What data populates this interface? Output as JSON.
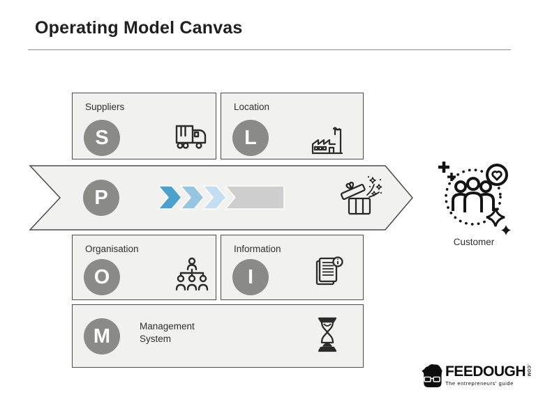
{
  "page": {
    "title": "Operating Model Canvas"
  },
  "boxes": {
    "suppliers": {
      "label": "Suppliers",
      "letter": "S",
      "icon": "truck-icon"
    },
    "location": {
      "label": "Location",
      "letter": "L",
      "icon": "factory-icon"
    },
    "organisation": {
      "label": "Organisation",
      "letter": "O",
      "icon": "org-chart-icon"
    },
    "information": {
      "label": "Information",
      "letter": "I",
      "icon": "document-info-icon"
    },
    "management": {
      "label": "Management System",
      "letter": "M",
      "icon": "hourglass-icon"
    }
  },
  "process": {
    "letter": "P",
    "icon": "gift-icon",
    "chevron_colors": [
      "#4ba1cd",
      "#96c5e2",
      "#c3def1",
      "#cecece"
    ]
  },
  "customer": {
    "label": "Customer",
    "icon": "customer-group-icon"
  },
  "branding": {
    "name": "FEEDOUGH",
    "suffix": ".COM",
    "tagline": "The entrepreneurs' guide"
  },
  "colors": {
    "box_fill": "#f1f1ef",
    "box_border": "#4a4a4a",
    "circle_gray": "#8a8a86",
    "title_text": "#1f1f1f"
  }
}
